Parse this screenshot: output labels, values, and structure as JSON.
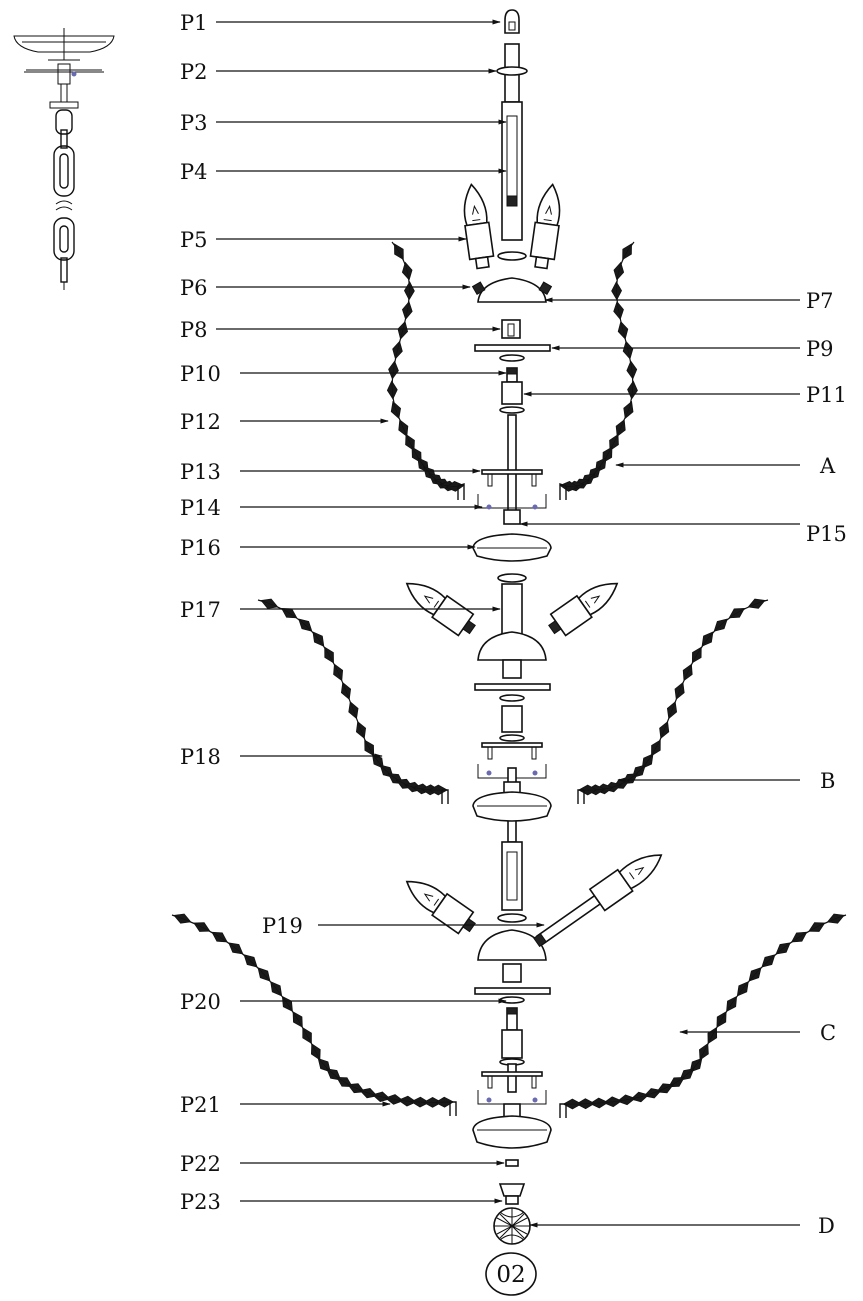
{
  "labels": {
    "P1": "P1",
    "P2": "P2",
    "P3": "P3",
    "P4": "P4",
    "P5": "P5",
    "P6": "P6",
    "P7": "P7",
    "P8": "P8",
    "P9": "P9",
    "P10": "P10",
    "P11": "P11",
    "P12": "P12",
    "P13": "P13",
    "P14": "P14",
    "P15": "P15",
    "P16": "P16",
    "P17": "P17",
    "P18": "P18",
    "P19": "P19",
    "P20": "P20",
    "P21": "P21",
    "P22": "P22",
    "P23": "P23",
    "A": "A",
    "B": "B",
    "C": "C",
    "D": "D"
  },
  "page_number": "02"
}
